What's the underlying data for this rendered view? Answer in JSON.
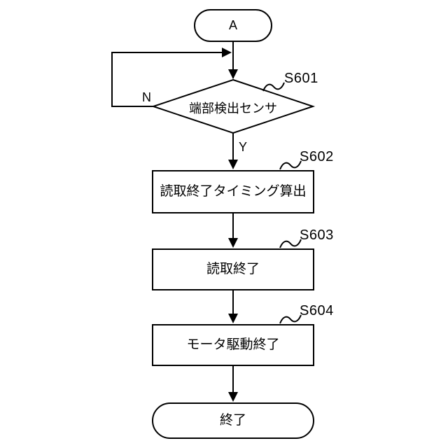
{
  "diagram": {
    "type": "flowchart",
    "colors": {
      "line": "#000000",
      "background": "#ffffff"
    },
    "start": {
      "label": "A"
    },
    "decision": {
      "id": "S601",
      "label": "端部検出センサ",
      "branch_no": "N",
      "branch_yes": "Y"
    },
    "processes": [
      {
        "id": "S602",
        "label": "読取終了タイミング算出"
      },
      {
        "id": "S603",
        "label": "読取終了"
      },
      {
        "id": "S604",
        "label": "モータ駆動終了"
      }
    ],
    "end": {
      "label": "終了"
    }
  }
}
